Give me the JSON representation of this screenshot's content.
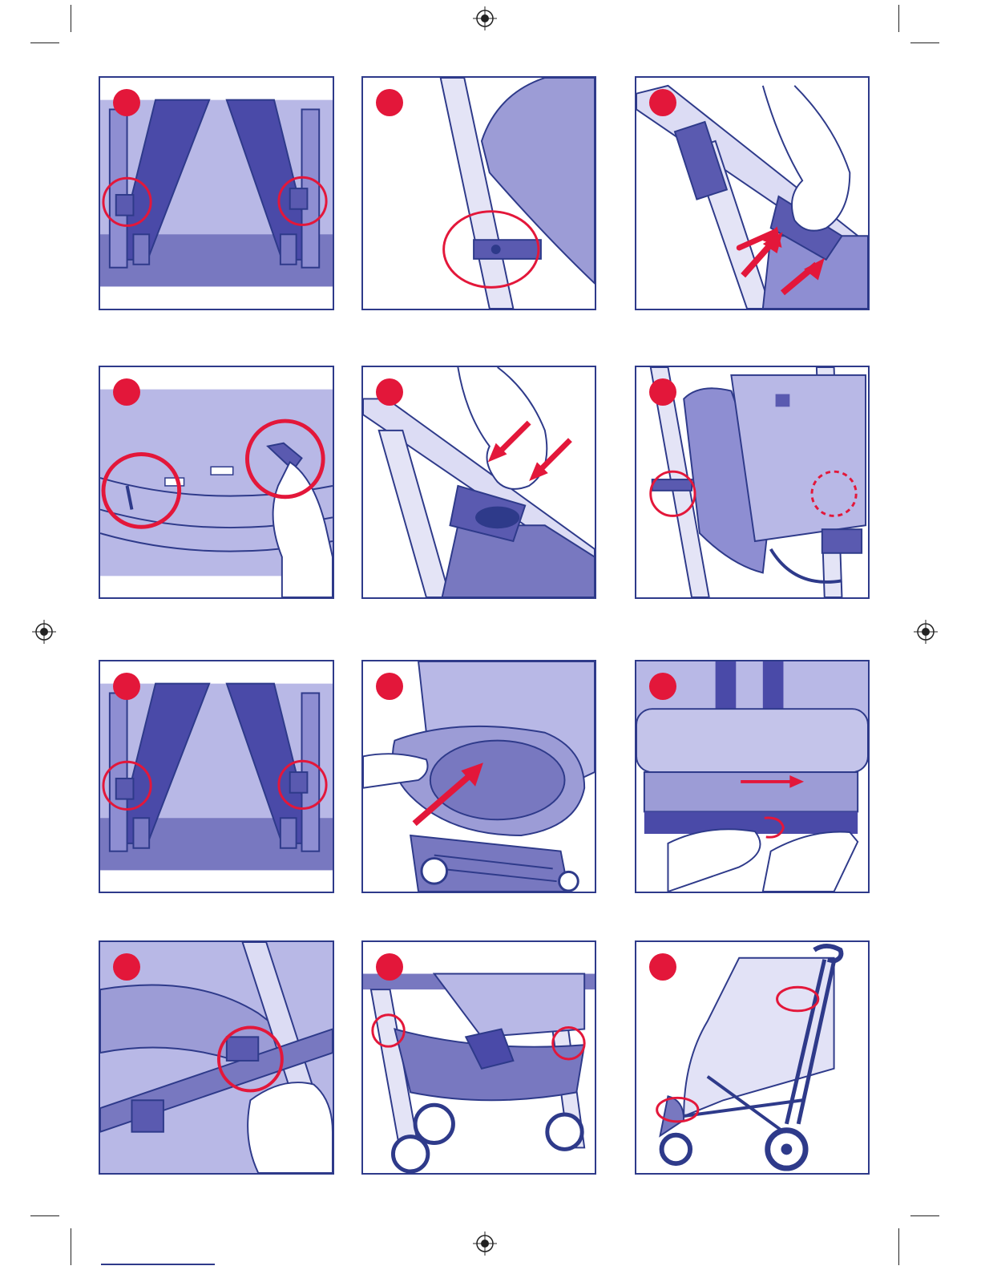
{
  "page": {
    "colors": {
      "frame": "#2e3a8a",
      "fabric_light": "#c4c4ea",
      "fabric_mid": "#9c9cd6",
      "fabric_dark": "#7878c0",
      "accent_red": "#e3173a"
    },
    "panels": [
      {
        "id": "1",
        "scene": "seat-frame-hinges"
      },
      {
        "id": "2",
        "scene": "side-bar-rivet"
      },
      {
        "id": "3",
        "scene": "hands-on-handle-clip"
      },
      {
        "id": "4",
        "scene": "fabric-slot-and-clip"
      },
      {
        "id": "5",
        "scene": "press-handle-clip"
      },
      {
        "id": "6",
        "scene": "basket-and-frame"
      },
      {
        "id": "7",
        "scene": "seat-frame-hinges"
      },
      {
        "id": "8",
        "scene": "seat-pad-insert"
      },
      {
        "id": "9",
        "scene": "strap-through-buckle"
      },
      {
        "id": "10",
        "scene": "underside-latch"
      },
      {
        "id": "11",
        "scene": "basket-attachment"
      },
      {
        "id": "12",
        "scene": "full-stroller-raincover"
      }
    ]
  }
}
